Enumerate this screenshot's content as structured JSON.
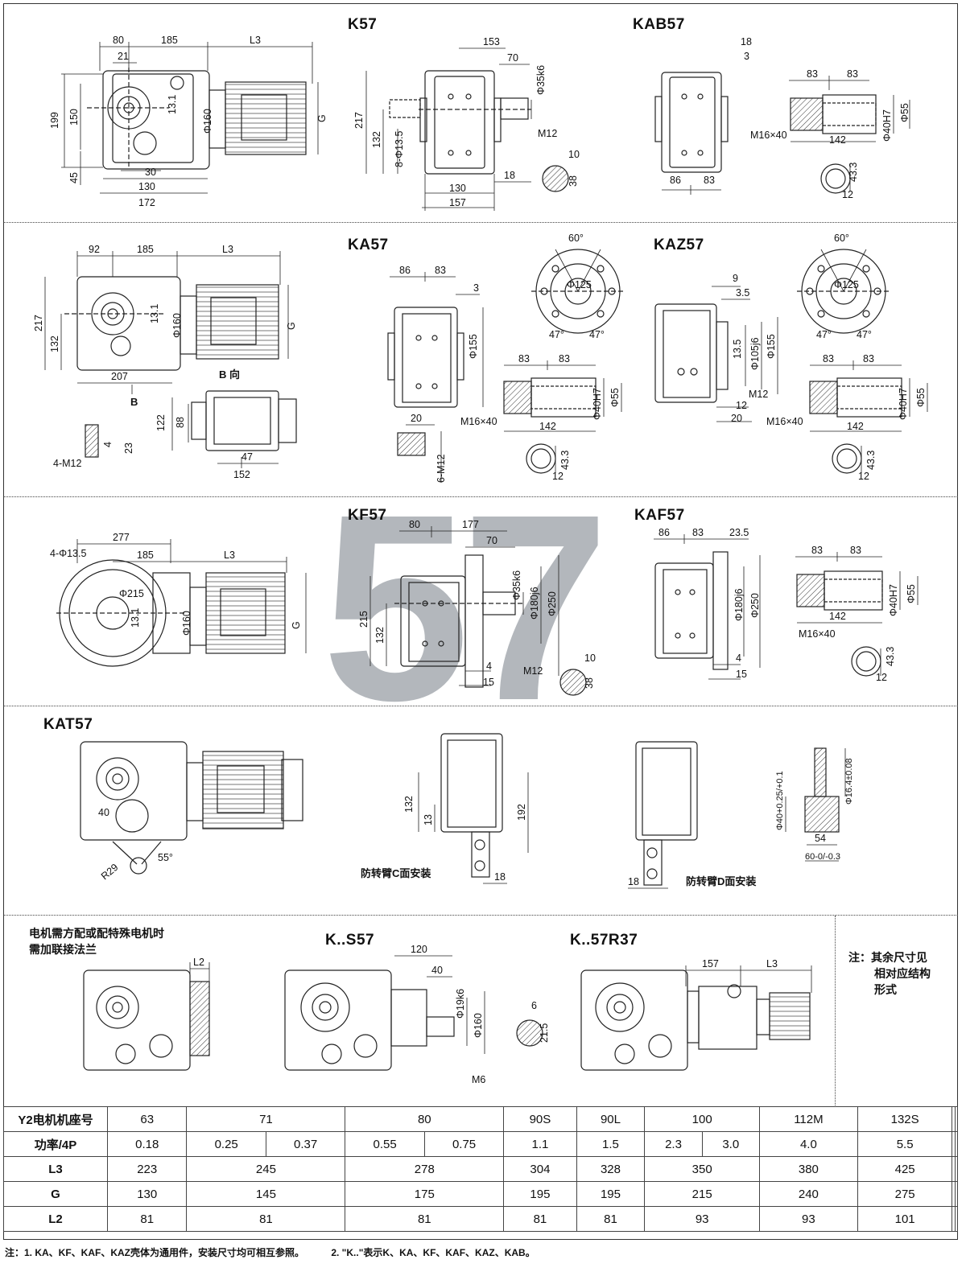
{
  "sections": {
    "k57": "K57",
    "kab57": "KAB57",
    "ka57": "KA57",
    "kaz57": "KAZ57",
    "kf57": "KF57",
    "kaf57": "KAF57",
    "kat57": "KAT57",
    "ks57": "K..S57",
    "k57r37": "K..57R37"
  },
  "labels": {
    "b_view": "B 向",
    "b": "B",
    "arm_c": "防转臂C面安装",
    "arm_d": "防转臂D面安装",
    "flange_note_1": "电机需方配或配特殊电机时",
    "flange_note_2": "需加联接法兰",
    "side_note_1": "注：其余尺寸见",
    "side_note_2": "相对应结构",
    "side_note_3": "形式"
  },
  "watermark": "57",
  "dims": {
    "k57": {
      "d80": "80",
      "d185": "185",
      "l3": "L3",
      "d21": "21",
      "d199": "199",
      "d150": "150",
      "d131": "13.1",
      "d160": "Φ160",
      "g": "G",
      "d45": "45",
      "d30": "30",
      "d130": "130",
      "d172": "172"
    },
    "k57b": {
      "d153": "153",
      "d70": "70",
      "d35k6": "Φ35k6",
      "d217": "217",
      "d132": "132",
      "d8": "8-Φ13.5",
      "m12": "M12",
      "d10": "10",
      "d38": "38",
      "d18": "18",
      "d130": "130",
      "d157": "157"
    },
    "kab": {
      "d18": "18",
      "d3": "3",
      "d83a": "83",
      "d83b": "83",
      "d55": "Φ55",
      "d40": "Φ40H7",
      "m16": "M16×40",
      "d142": "142",
      "d86": "86",
      "d83c": "83",
      "d433": "43.3",
      "d12": "12"
    },
    "ka": {
      "d92": "92",
      "d185": "185",
      "l3": "L3",
      "d217": "217",
      "d132": "132",
      "d131": "13.1",
      "d160": "Φ160",
      "g": "G",
      "d207": "207",
      "d122": "122",
      "d88": "88",
      "d47": "47",
      "d152": "152",
      "m12": "4-M12",
      "d4": "4",
      "d23": "23"
    },
    "ka57": {
      "d86": "86",
      "d83": "83",
      "d3": "3",
      "d155": "Φ155",
      "d20": "20",
      "m12": "6-M12",
      "d60": "60°",
      "d125": "Φ125",
      "d47a": "47°",
      "d47b": "47°",
      "d83a": "83",
      "d83b": "83",
      "d40": "Φ40H7",
      "d55": "Φ55",
      "m16": "M16×40",
      "d142": "142",
      "d433": "43.3",
      "d12": "12"
    },
    "kaz": {
      "d9": "9",
      "d35": "3.5",
      "d135": "13.5",
      "d105": "Φ105j6",
      "d155": "Φ155",
      "m12": "M12",
      "d12": "12",
      "d20": "20",
      "d60": "60°",
      "d125": "Φ125",
      "d47a": "47°",
      "d47b": "47°",
      "d83a": "83",
      "d83b": "83",
      "d40": "Φ40H7",
      "d55": "Φ55",
      "m16": "M16×40",
      "d142": "142",
      "d433": "43.3",
      "d12b": "12"
    },
    "kf": {
      "d277": "277",
      "d4": "4-Φ13.5",
      "d185": "185",
      "l3": "L3",
      "d215": "Φ215",
      "d131": "13.1",
      "d160": "Φ160",
      "g": "G"
    },
    "kf57": {
      "d80": "80",
      "d177": "177",
      "d70": "70",
      "d35": "Φ35k6",
      "d180": "Φ180j6",
      "d250": "Φ250",
      "d215": "215",
      "d132": "132",
      "d4": "4",
      "d15": "15",
      "m12": "M12",
      "d10": "10",
      "d38": "38"
    },
    "kaf": {
      "d86": "86",
      "d83": "83",
      "d235": "23.5",
      "d180": "Φ180j6",
      "d250": "Φ250",
      "d4": "4",
      "d15": "15",
      "d83a": "83",
      "d83b": "83",
      "d40": "Φ40H7",
      "d55": "Φ55",
      "d142": "142",
      "m16": "M16×40",
      "d433": "43.3",
      "d12": "12"
    },
    "kat": {
      "d40": "40",
      "d55": "55°",
      "r29": "R29",
      "d132": "132",
      "d13": "13",
      "d192": "192",
      "d18a": "18",
      "d18b": "18",
      "t40": "Φ40+0.25/+0.1",
      "t164": "Φ16.4±0.08",
      "d54": "54",
      "d60": "60-0/-0.3"
    },
    "ks": {
      "l2": "L2",
      "d120": "120",
      "d40": "40",
      "d19": "Φ19k6",
      "d160": "Φ160",
      "m6": "M6",
      "d6": "6",
      "d215": "21.5",
      "d157": "157",
      "l3": "L3"
    }
  },
  "spec_table": {
    "rows": [
      {
        "label": "Y2电机机座号",
        "cells": [
          "63",
          "71",
          "80",
          "90S",
          "90L",
          "100",
          "112M",
          "132S",
          "",
          ""
        ]
      },
      {
        "label": "功率/4P",
        "cells": [
          "0.18",
          "0.25",
          "0.37",
          "0.55",
          "0.75",
          "1.1",
          "1.5",
          "2.3",
          "3.0",
          "4.0",
          "5.5",
          "",
          ""
        ]
      },
      {
        "label": "L3",
        "cells": [
          "223",
          "245",
          "278",
          "304",
          "328",
          "350",
          "380",
          "425",
          "",
          ""
        ]
      },
      {
        "label": "G",
        "cells": [
          "130",
          "145",
          "175",
          "195",
          "195",
          "215",
          "240",
          "275",
          "",
          ""
        ]
      },
      {
        "label": "L2",
        "cells": [
          "81",
          "81",
          "81",
          "81",
          "81",
          "93",
          "93",
          "101",
          "",
          ""
        ]
      }
    ]
  },
  "footnotes": [
    "注：1. KA、KF、KAF、KAZ壳体为通用件，安装尺寸均可相互参照。",
    "2. \"K..\"表示K、KA、KF、KAF、KAZ、KAB。"
  ]
}
